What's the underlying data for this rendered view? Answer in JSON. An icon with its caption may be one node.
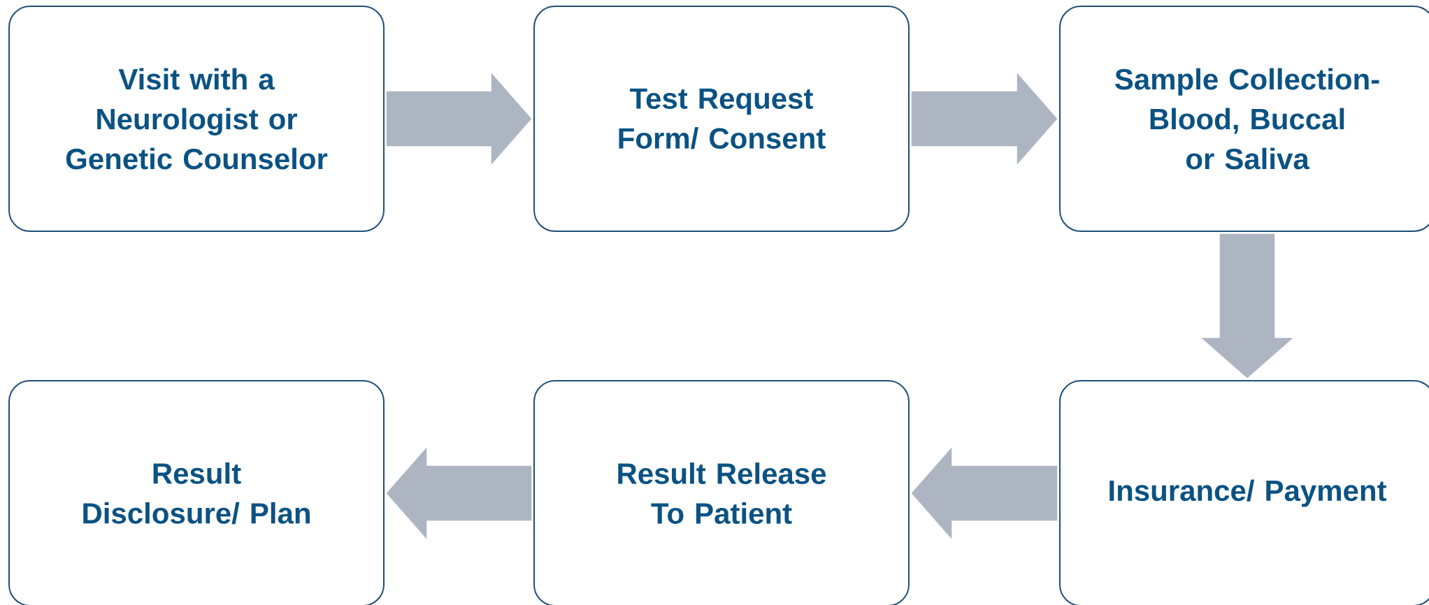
{
  "diagram": {
    "nodes": [
      {
        "text": [
          "Visit with a Neurologist or Genetic Counselor"
        ]
      },
      {
        "text": [
          "Test Request Form/ Consent"
        ]
      },
      {
        "text": [
          "Sample Collection- Blood, Buccal or Saliva"
        ]
      },
      {
        "text": [
          "Result Disclosure/ Plan"
        ]
      },
      {
        "text": [
          "Result Release To Patient"
        ]
      },
      {
        "text": [
          "Insurance/ Payment"
        ]
      }
    ],
    "edges": [
      {
        "from": 0,
        "to": 1,
        "arrow": "to"
      },
      {
        "from": 1,
        "to": 2,
        "arrow": "to"
      },
      {
        "from": 2,
        "to": 5,
        "arrow": "to"
      },
      {
        "from": 5,
        "to": 4,
        "arrow": "to"
      },
      {
        "from": 4,
        "to": 3,
        "arrow": "to"
      }
    ]
  }
}
